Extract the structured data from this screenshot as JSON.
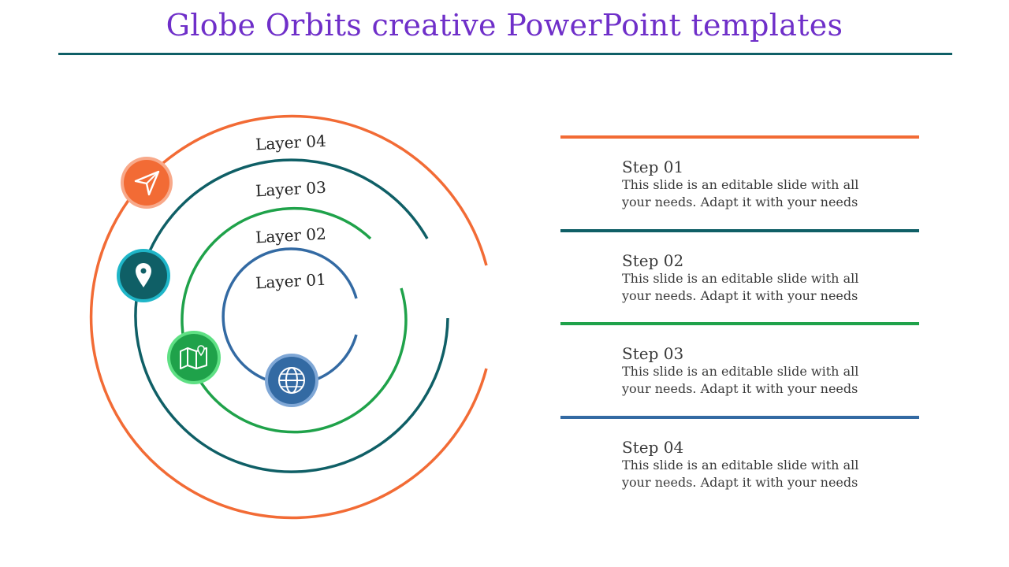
{
  "slide": {
    "title": "Globe Orbits creative PowerPoint templates"
  },
  "colors": {
    "title": "#6f2fc9",
    "rule": "#0f5f66",
    "orange": "#f26b35",
    "teal": "#0f5f66",
    "green": "#1fa24a",
    "blue": "#336aa3"
  },
  "layers": [
    {
      "label": "Layer 04",
      "icon": "send-arrow-icon",
      "color": "#f26b35"
    },
    {
      "label": "Layer 03",
      "icon": "map-pin-icon",
      "color": "#0f5f66"
    },
    {
      "label": "Layer 02",
      "icon": "folded-map-icon",
      "color": "#1fa24a"
    },
    {
      "label": "Layer 01",
      "icon": "globe-icon",
      "color": "#336aa3"
    }
  ],
  "steps": [
    {
      "title": "Step 01",
      "text": "This slide is an editable slide with all your needs. Adapt it with your needs",
      "color": "#f26b35"
    },
    {
      "title": "Step 02",
      "text": "This slide is an editable slide with all your needs. Adapt it with your needs",
      "color": "#0f5f66"
    },
    {
      "title": "Step 03",
      "text": "This slide is an editable slide with all your needs. Adapt it with your needs",
      "color": "#1fa24a"
    },
    {
      "title": "Step 04",
      "text": "This slide is an editable slide with all your needs. Adapt it with your needs",
      "color": "#336aa3"
    }
  ]
}
